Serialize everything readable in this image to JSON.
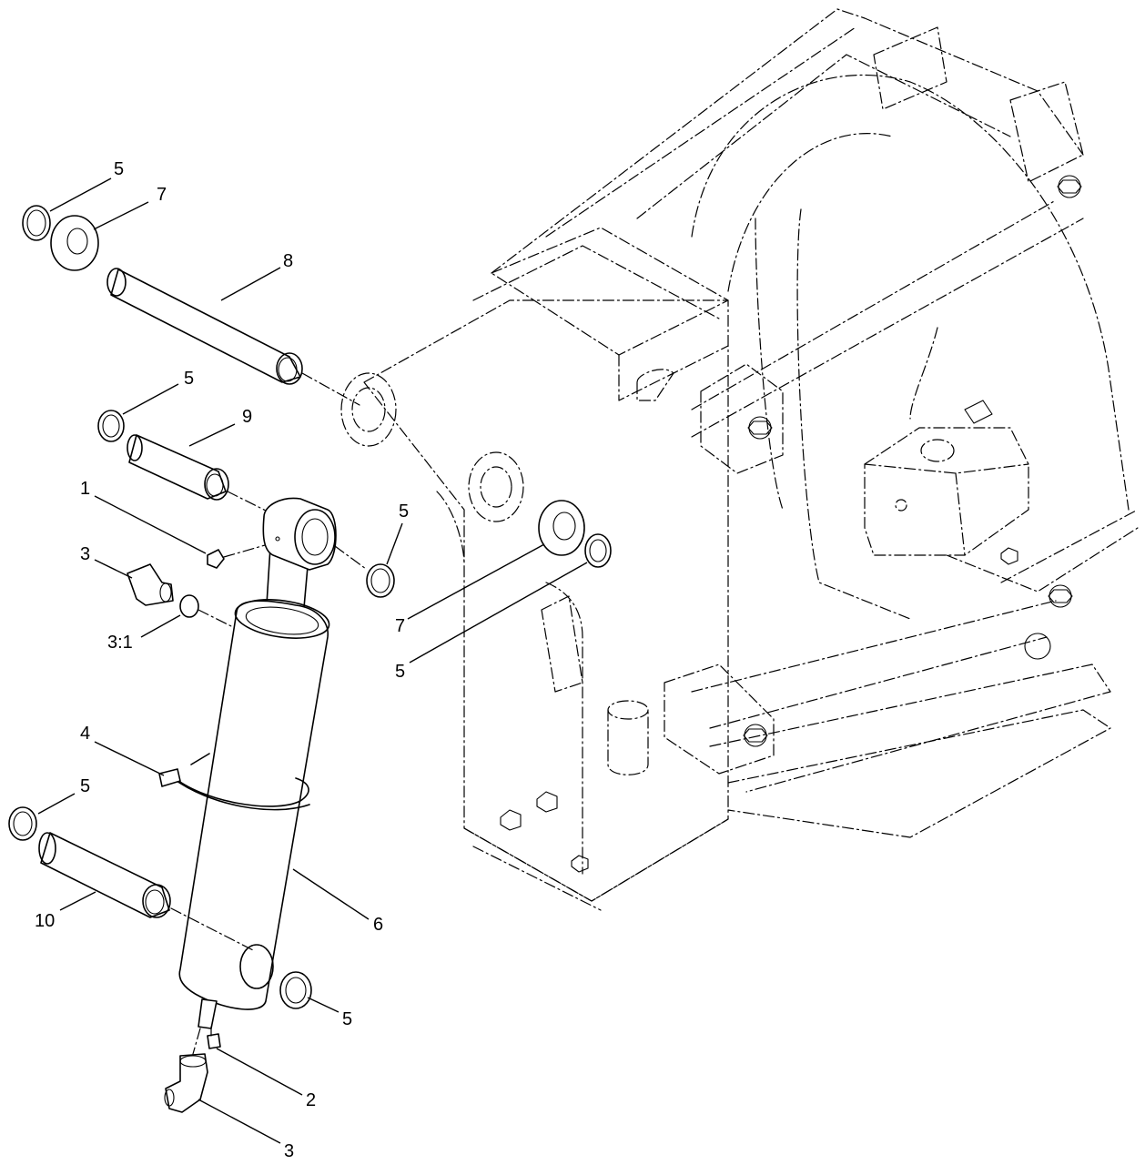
{
  "callouts": [
    {
      "id": "c1",
      "text": "5"
    },
    {
      "id": "c2",
      "text": "7"
    },
    {
      "id": "c3",
      "text": "8"
    },
    {
      "id": "c4",
      "text": "5"
    },
    {
      "id": "c5",
      "text": "9"
    },
    {
      "id": "c6",
      "text": "1"
    },
    {
      "id": "c7",
      "text": "3"
    },
    {
      "id": "c8",
      "text": "3:1"
    },
    {
      "id": "c9",
      "text": "5"
    },
    {
      "id": "c10",
      "text": "7"
    },
    {
      "id": "c11",
      "text": "5"
    },
    {
      "id": "c12",
      "text": "4"
    },
    {
      "id": "c13",
      "text": "5"
    },
    {
      "id": "c14",
      "text": "10"
    },
    {
      "id": "c15",
      "text": "6"
    },
    {
      "id": "c16",
      "text": "5"
    },
    {
      "id": "c17",
      "text": "2"
    },
    {
      "id": "c18",
      "text": "3"
    }
  ]
}
